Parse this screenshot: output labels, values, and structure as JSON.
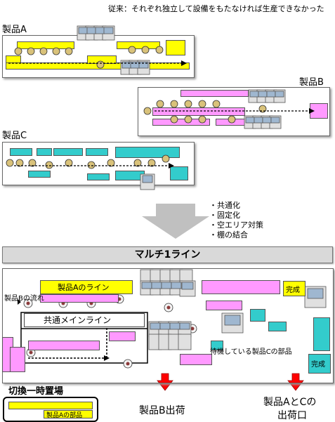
{
  "header_note": "従来：それぞれ独立して設備をもたなければ生産できなかった",
  "product_a": "製品A",
  "product_b": "製品B",
  "product_c": "製品C",
  "measures": [
    "・共通化",
    "・固定化",
    "・空エリア対策",
    "・棚の結合"
  ],
  "multi_line_title": "マルチ1ライン",
  "labels": {
    "product_a_line": "製品Aのライン",
    "product_b_flow": "製品Bの流れ",
    "main_line": "共通メインライン",
    "waiting_c_parts": "待機している製品Cの部品",
    "done_1": "完成",
    "done_2": "完成",
    "switch_area": "切換一時置場",
    "product_a_parts": "製品Aの部品",
    "ship_b": "製品B出荷",
    "ship_ac_line1": "製品AとCの",
    "ship_ac_line2": "出荷口"
  },
  "colors": {
    "product_a": "#ffff00",
    "product_b": "#ff99ff",
    "product_c": "#33cccc",
    "arrow_gray": "#bfbfbf",
    "ship_arrow": "#ff0000"
  }
}
